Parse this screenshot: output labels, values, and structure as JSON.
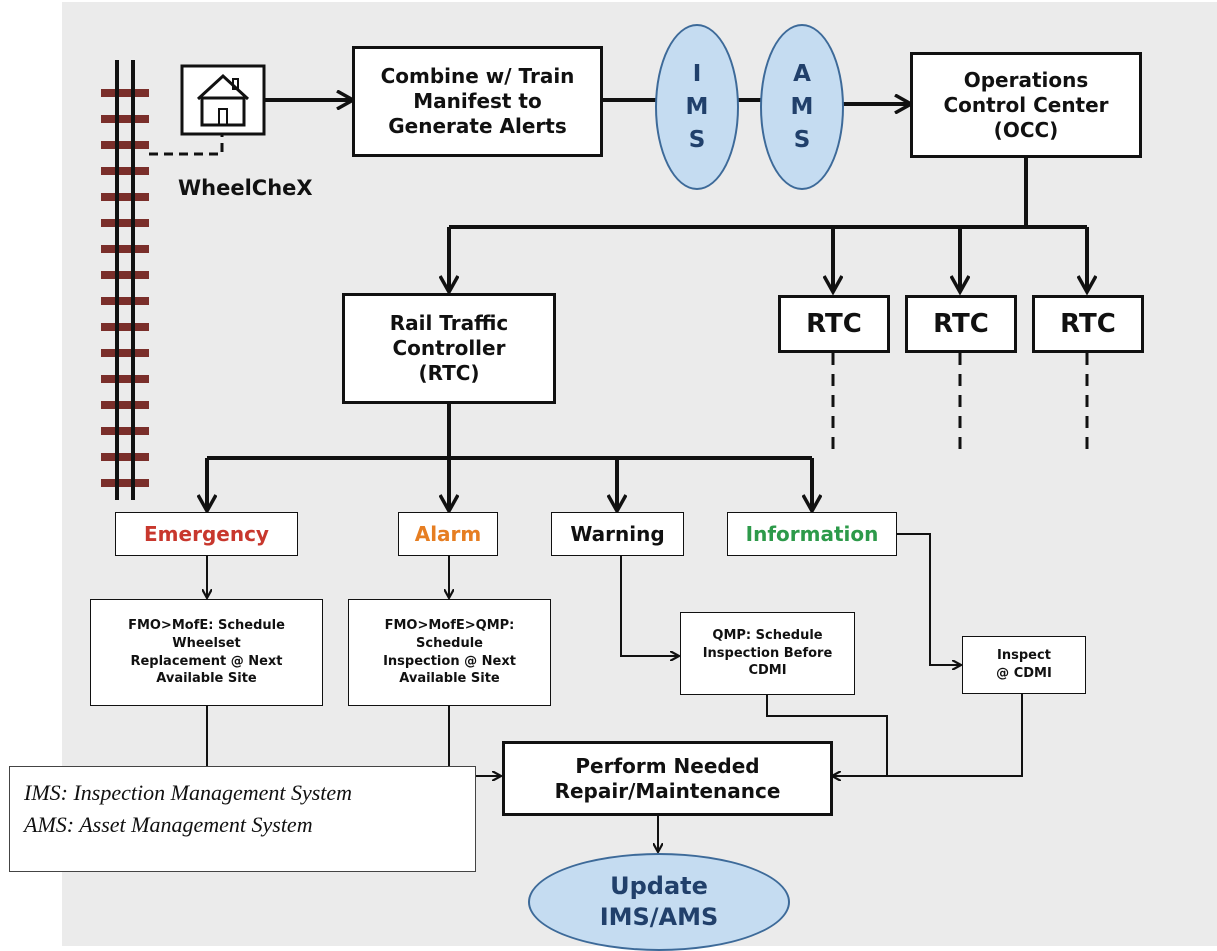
{
  "colors": {
    "emergency": "#c8372d",
    "alarm": "#e67e22",
    "information": "#2d9a4a",
    "ellipse_fill": "#c5dcf1",
    "ellipse_text": "#21406b"
  },
  "icons": {
    "track": "railroad-track-icon",
    "house": "house-icon"
  },
  "wheelchex": {
    "label": "WheelCheX"
  },
  "combine": {
    "text": "Combine w/ Train\nManifest to\nGenerate Alerts"
  },
  "ims": {
    "letters": [
      "I",
      "M",
      "S"
    ]
  },
  "ams": {
    "letters": [
      "A",
      "M",
      "S"
    ]
  },
  "occ": {
    "text": "Operations\nControl Center\n(OCC)"
  },
  "rtc_main": {
    "text": "Rail Traffic\nController\n(RTC)"
  },
  "rtc_other": [
    "RTC",
    "RTC",
    "RTC"
  ],
  "alerts": {
    "emergency": "Emergency",
    "alarm": "Alarm",
    "warning": "Warning",
    "information": "Information"
  },
  "actions": {
    "emergency": "FMO>MofE: Schedule\nWheelset\nReplacement @ Next\nAvailable Site",
    "alarm": "FMO>MofE>QMP:\nSchedule\nInspection @ Next\nAvailable Site",
    "warning": "QMP: Schedule\nInspection Before\nCDMI",
    "information": "Inspect\n@ CDMI"
  },
  "perform": {
    "text": "Perform Needed\nRepair/Maintenance"
  },
  "update": {
    "text": "Update\nIMS/AMS"
  },
  "legend": {
    "line1": "IMS: Inspection Management System",
    "line2": "AMS: Asset Management System"
  }
}
